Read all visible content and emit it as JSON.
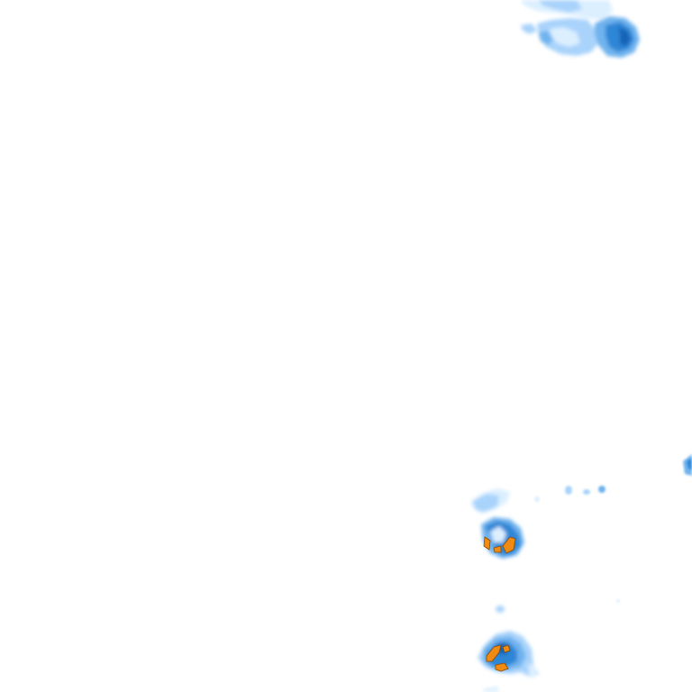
{
  "map": {
    "kind": "precipitation-radar-tile",
    "background_color": "#ffffff",
    "legend_visible": false,
    "labels_visible": false,
    "intensity_palette": {
      "very_light": "#dcefff",
      "light": "#a9d3fb",
      "moderate_light": "#6fb3ee",
      "moderate": "#2f86d6",
      "heavy": "#1564b8",
      "very_heavy": "#f18a12",
      "extreme_outline": "#8a4a00"
    },
    "cells": [
      {
        "id": "northeast-cluster",
        "peak_intensity": "heavy"
      },
      {
        "id": "east-edge-fragment",
        "peak_intensity": "moderate"
      },
      {
        "id": "small-eastern-dots",
        "peak_intensity": "moderate"
      },
      {
        "id": "southeast-cell-upper",
        "peak_intensity": "very_heavy"
      },
      {
        "id": "southeast-cell-lower",
        "peak_intensity": "very_heavy"
      }
    ]
  }
}
